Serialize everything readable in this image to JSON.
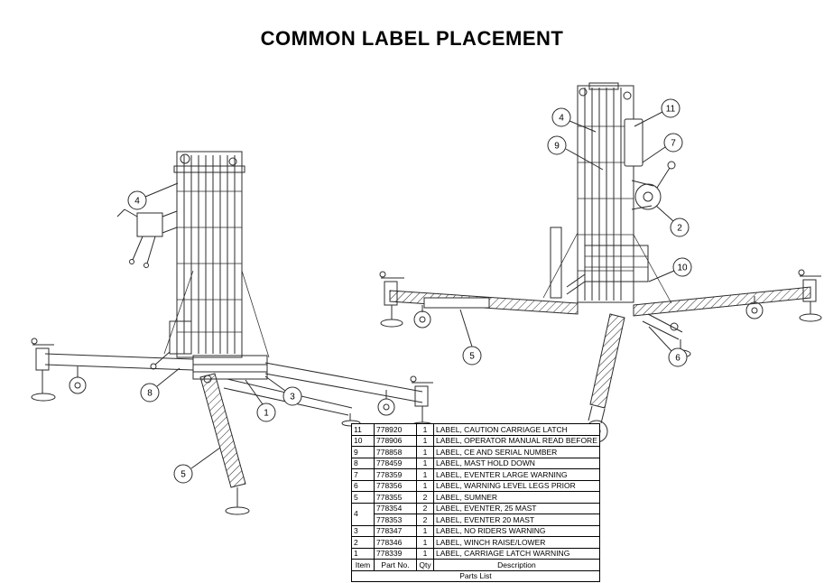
{
  "title": "COMMON LABEL PLACEMENT",
  "colors": {
    "line": "#2b2b2b",
    "text": "#000000",
    "background": "#ffffff"
  },
  "callouts": {
    "left": [
      "4",
      "8",
      "1",
      "3",
      "5"
    ],
    "right": [
      "4",
      "11",
      "9",
      "7",
      "2",
      "10",
      "5",
      "6"
    ]
  },
  "parts_list": {
    "title": "Parts List",
    "headers": {
      "item": "Item",
      "part_no": "Part No.",
      "qty": "Qty",
      "description": "Description"
    },
    "rows": [
      {
        "item": "11",
        "part_no": "778920",
        "qty": "1",
        "description": "LABEL, CAUTION CARRIAGE LATCH"
      },
      {
        "item": "10",
        "part_no": "778906",
        "qty": "1",
        "description": "LABEL, OPERATOR MANUAL READ BEFORE"
      },
      {
        "item": "9",
        "part_no": "778858",
        "qty": "1",
        "description": "LABEL, CE AND SERIAL NUMBER"
      },
      {
        "item": "8",
        "part_no": "778459",
        "qty": "1",
        "description": "LABEL, MAST HOLD DOWN"
      },
      {
        "item": "7",
        "part_no": "778359",
        "qty": "1",
        "description": "LABEL, EVENTER LARGE WARNING"
      },
      {
        "item": "6",
        "part_no": "778356",
        "qty": "1",
        "description": "LABEL, WARNING LEVEL LEGS PRIOR"
      },
      {
        "item": "5",
        "part_no": "778355",
        "qty": "2",
        "description": "LABEL, SUMNER"
      },
      {
        "item": "4",
        "part_no": "778354",
        "qty": "2",
        "description": "LABEL, EVENTER, 25 MAST"
      },
      {
        "item": "",
        "part_no": "778353",
        "qty": "2",
        "description": "LABEL, EVENTER 20 MAST"
      },
      {
        "item": "3",
        "part_no": "778347",
        "qty": "1",
        "description": "LABEL, NO RIDERS WARNING"
      },
      {
        "item": "2",
        "part_no": "778346",
        "qty": "1",
        "description": "LABEL, WINCH RAISE/LOWER"
      },
      {
        "item": "1",
        "part_no": "778339",
        "qty": "1",
        "description": "LABEL, CARRIAGE LATCH WARNING"
      }
    ]
  }
}
